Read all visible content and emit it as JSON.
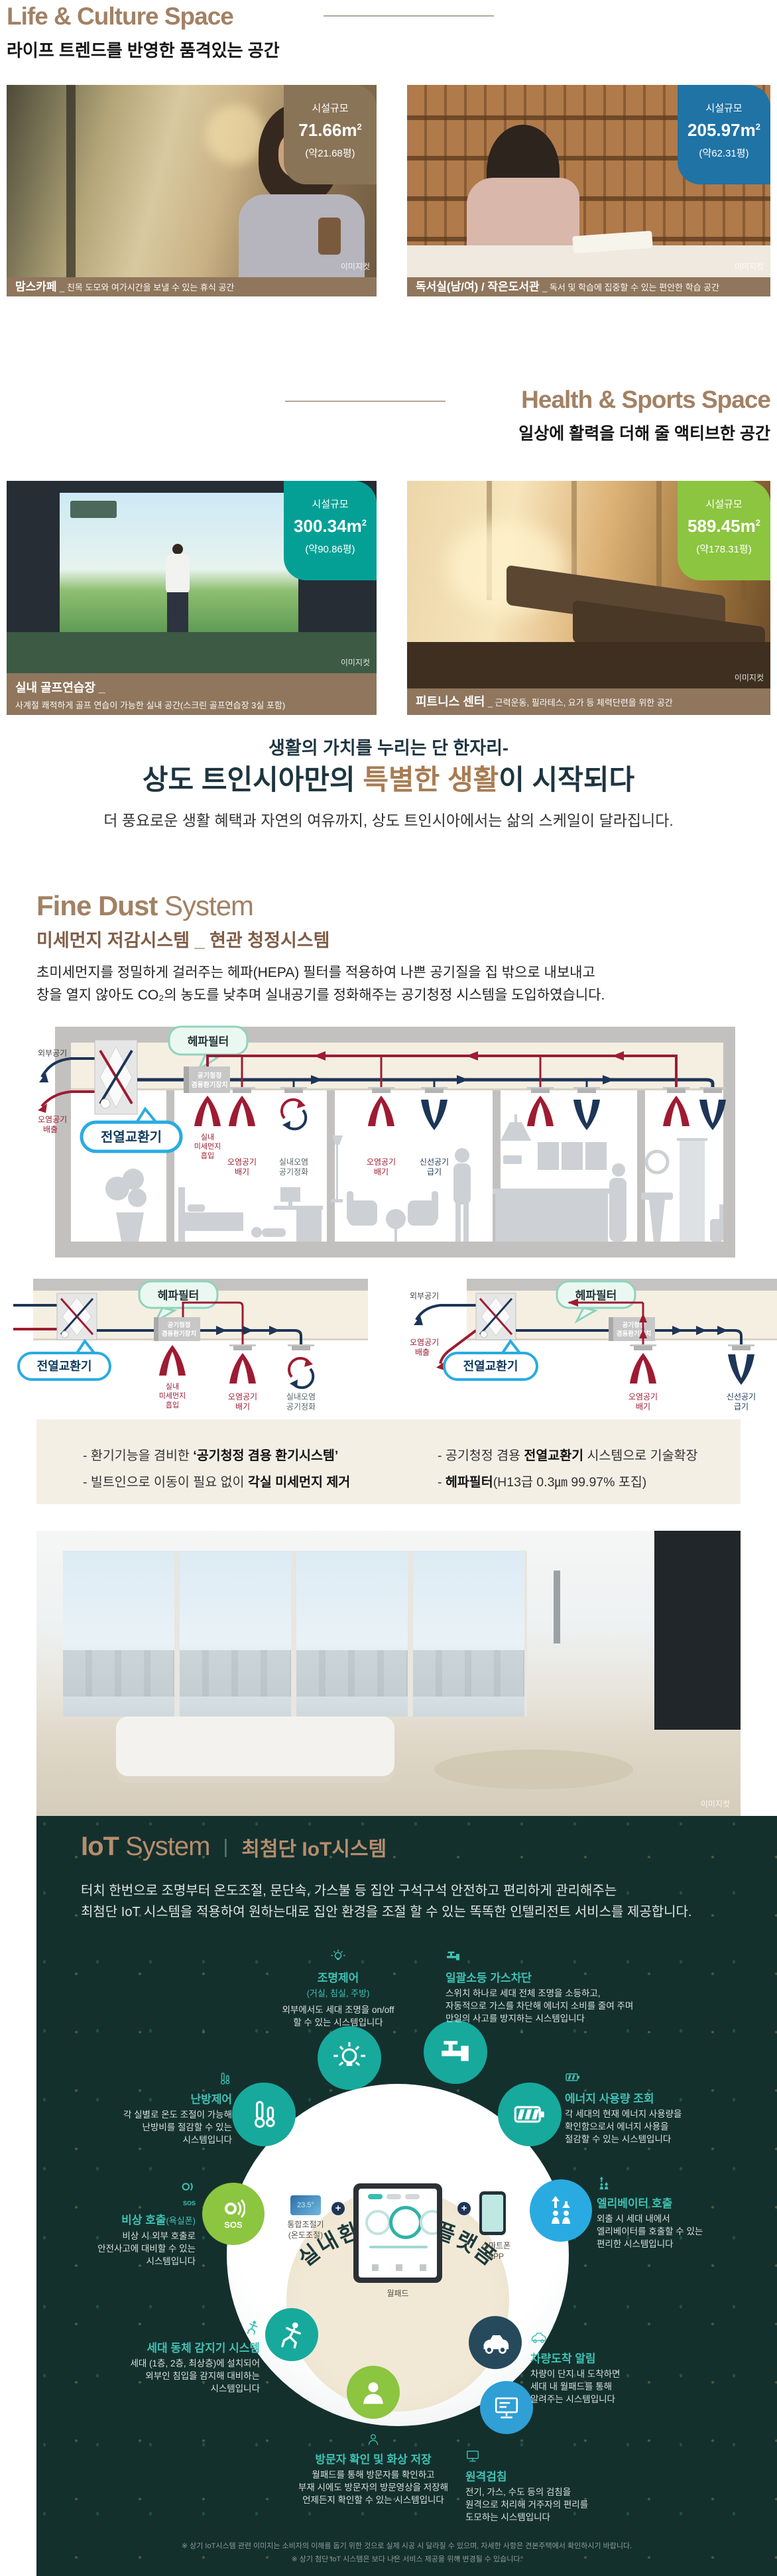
{
  "common": {
    "image_cut": "이미지컷",
    "facility_label": "시설규모"
  },
  "life": {
    "title": "Life & Culture Space",
    "subtitle": "라이프 트렌드를 반영한 품격있는 공간",
    "cards": [
      {
        "area": "71.66m",
        "sup": "2",
        "pyeong": "(약21.68평)",
        "name": "맘스카페",
        "desc": "_ 친목 도모와 여가시간을 보낼 수 있는 휴식 공간"
      },
      {
        "area": "205.97m",
        "sup": "2",
        "pyeong": "(약62.31평)",
        "name": "독서실(남/여) / 작은도서관",
        "desc": "_ 독서 및 학습에 집중할 수 있는 편안한 학습 공간"
      }
    ]
  },
  "health": {
    "title": "Health & Sports Space",
    "subtitle": "일상에 활력을 더해 줄 액티브한 공간",
    "cards": [
      {
        "area": "300.34m",
        "sup": "2",
        "pyeong": "(약90.86평)",
        "name": "실내 골프연습장 _",
        "desc": "사계절 쾌적하게 골프 연습이 가능한 실내 공간(스크린 골프연습장 3실 포함)"
      },
      {
        "area": "589.45m",
        "sup": "2",
        "pyeong": "(약178.31평)",
        "name": "피트니스 센터",
        "desc": "_ 근력운동, 필라테스, 요가 등 체력단련을 위한 공간"
      }
    ]
  },
  "banner": {
    "line1": "생활의 가치를 누리는 단 한자리-",
    "line2_pre": "상도 트인시아만의 ",
    "line2_accent": "특별한 생활",
    "line2_post": "이 시작되다",
    "line3": "더 풍요로운 생활 혜택과 자연의 여유까지, 상도 트인시아에서는 삶의 스케일이 달라집니다."
  },
  "finedust": {
    "title_strong": "Fine Dust",
    "title_light": " System",
    "subtitle": "미세먼지 저감시스템 _ 현관 청정시스템",
    "desc1": "초미세먼지를 정밀하게 걸러주는 헤파(HEPA) 필터를 적용하여 나쁜 공기질을 집 밖으로 내보내고",
    "desc2": "창을 열지 않아도 CO₂의 농도를 낮추며 실내공기를 정화해주는 공기청정 시스템을 도입하였습니다.",
    "labels": {
      "outside_air": "외부공기",
      "polluted1": "오염공기",
      "polluted2": "배출",
      "hepa": "헤파필터",
      "exchanger": "전열교환기",
      "unit1": "공기청정",
      "unit2": "겸용환기장치",
      "intake1": "실내",
      "intake2": "미세먼지",
      "intake3": "흡입",
      "exhaust1": "오염공기",
      "exhaust2": "배기",
      "purify1": "실내오염",
      "purify2": "공기정화",
      "supply1": "신선공기",
      "supply2": "급기"
    },
    "bullets": {
      "l1a": "- 환기기능을 겸비한 ",
      "l1b": "‘공기청정 겸용 환기시스템’",
      "l2a": "- 빌트인으로 이동이 필요 없이 ",
      "l2b": "각실 미세먼지 제거",
      "r1a": "- 공기청정 겸용 ",
      "r1b": "전열교환기",
      "r1c": " 시스템으로 기술확장",
      "r2a": "- ",
      "r2b": "헤파필터",
      "r2c": "(H13급 0.3㎛ 99.97% 포집)"
    }
  },
  "iot": {
    "title_en_strong": "IoT",
    "title_en_light": " System",
    "divider": "|",
    "title_ko": "최첨단 IoT시스템",
    "desc1": "터치 한번으로 조명부터 온도조절, 문단속, 가스불 등 집안 구석구석 안전하고 편리하게 관리해주는",
    "desc2": "최첨단 IoT 시스템을 적용하여 원하는대로 집안 환경을 조절 할 수 있는 똑똑한 인텔리전트 서비스를 제공합니다.",
    "platform": "실내환경제어 플랫폼",
    "wallpad": "월패드",
    "controller1": "통합조절기",
    "controller2": "(온도조절)",
    "phone1": "스마트폰",
    "phone2": "APP",
    "plus": "+",
    "sos_text": "SOS",
    "items": {
      "light": {
        "title": "조명제어",
        "sub": "(거실, 침실, 주방)",
        "l1": "외부에서도 세대 조명을 on/off",
        "l2": "할 수 있는 시스템입니다"
      },
      "gas": {
        "title": "일괄소등 가스차단",
        "l1": "스위치 하나로 세대 전체 조명을 소등하고,",
        "l2": "자동적으로 가스를 차단해 에너지 소비를 줄여 주며",
        "l3": "만일의 사고를 방지하는 시스템입니다"
      },
      "heat": {
        "title": "난방제어",
        "l1": "각 실별로 온도 조절이 가능해",
        "l2": "난방비를 절감할 수 있는",
        "l3": "시스템입니다"
      },
      "energy": {
        "title": "에너지 사용량 조회",
        "l1": "각 세대의 현재 에너지 사용량을",
        "l2": "확인함으로서 에너지 사용을",
        "l3": "절감할 수 있는 시스템입니다"
      },
      "sos": {
        "title": "비상 호출",
        "sub": "(욕실폰)",
        "l1": "비상 시 외부 호출로",
        "l2": "안전사고에 대비할 수 있는",
        "l3": "시스템입니다"
      },
      "elev": {
        "title": "엘리베이터 호출",
        "l1": "외출 시 세대 내에서",
        "l2": "엘리베이터를 호출할 수 있는",
        "l3": "편리한 시스템입니다"
      },
      "motion": {
        "title": "세대 동체 감지기 시스템",
        "l1": "세대 (1층, 2층, 최상층)에 설치되어",
        "l2": "외부인 침입을 감지해 대비하는",
        "l3": "시스템입니다"
      },
      "car": {
        "title": "차량도착 알림",
        "l1": "차량이 단지 내 도착하면",
        "l2": "세대 내 월패드를 통해",
        "l3": "알려주는 시스템입니다"
      },
      "visitor": {
        "title": "방문자 확인 및 화상 저장",
        "l1": "월패드를 통해 방문자를 확인하고",
        "l2": "부재 시에도 방문자의 방문영상을 저장해",
        "l3": "언제든지 확인할 수 있는 시스템입니다"
      },
      "meter": {
        "title": "원격검침",
        "l1": "전기, 가스, 수도 등의 검침을",
        "l2": "원격으로 처리해 거주자의 편리를",
        "l3": "도모하는 시스템입니다"
      }
    },
    "footer1": "※ 상기 IoT시스템 관련 이미지는 소비자의 이해를 돕기 위한 것으로 실제 시공 시 달라질 수 있으며, 자세한 사항은 견본주택에서 확인하시기 바랍니다.",
    "footer2": "※ 상기 첨단 IoT 시스템은 보다 나은 서비스 제공을 위해 변경될 수 있습니다."
  },
  "colors": {
    "accent_brown": "#a28164",
    "badge_brown": "#8a7458",
    "badge_blue": "#2073a5",
    "badge_teal": "#04a096",
    "badge_green": "#8cc540",
    "navy": "#1d3557",
    "red": "#9e1b32",
    "iot_bg": "#14302d",
    "teal": "#3fc1b4"
  }
}
